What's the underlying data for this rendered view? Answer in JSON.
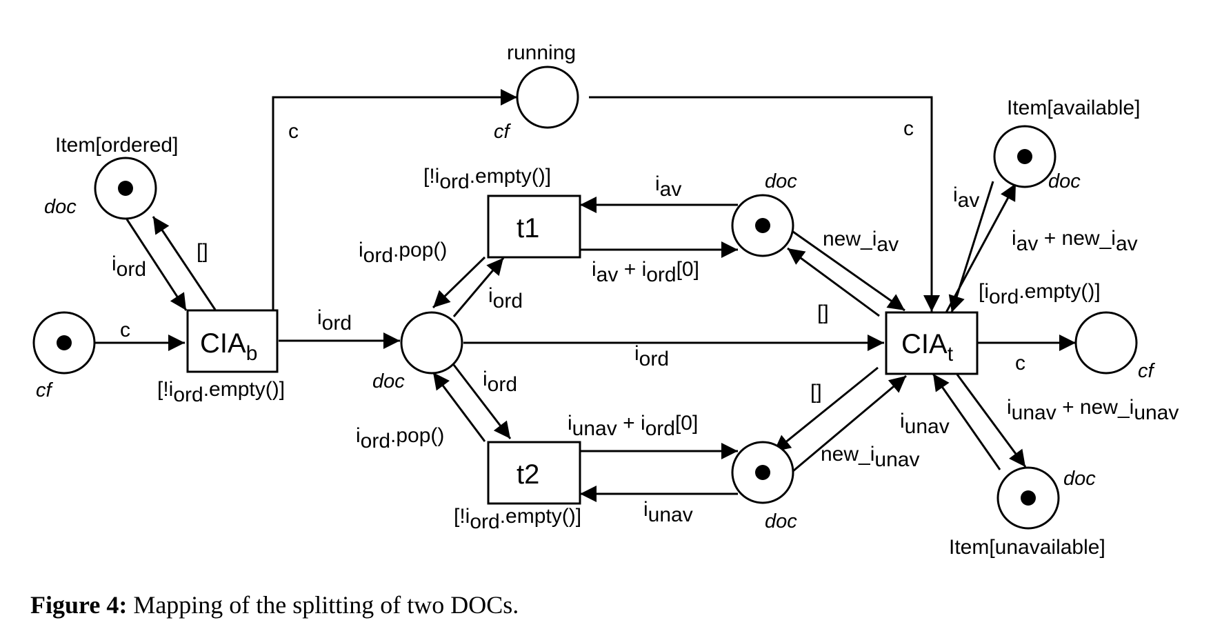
{
  "places": {
    "item_ordered": {
      "name": "Item[ordered]",
      "type": "doc"
    },
    "cf_start": {
      "type": "cf"
    },
    "running": {
      "name": "running",
      "type": "cf"
    },
    "doc_center": {
      "type": "doc"
    },
    "doc_av": {
      "type": "doc"
    },
    "doc_unav": {
      "type": "doc"
    },
    "item_available": {
      "name": "Item[available]",
      "type": "doc"
    },
    "cf_end": {
      "type": "cf"
    },
    "item_unavailable": {
      "name": "Item[unavailable]",
      "type": "doc"
    }
  },
  "transitions": {
    "ciab": {
      "main": "CIA",
      "sub": "b",
      "guard": {
        "pre": "[!i",
        "sub": "ord",
        "post": ".empty()]"
      }
    },
    "t1": {
      "name": "t1",
      "guard": {
        "pre": "[!i",
        "sub": "ord",
        "post": ".empty()]"
      }
    },
    "t2": {
      "name": "t2",
      "guard": {
        "pre": "[!i",
        "sub": "ord",
        "post": ".empty()]"
      }
    },
    "ciat": {
      "main": "CIA",
      "sub": "t",
      "guard": {
        "pre": "[i",
        "sub": "ord",
        "post": ".empty()]"
      }
    }
  },
  "arcs": {
    "c": "c",
    "empty_list": "[]",
    "i": "i",
    "ord": "ord",
    "av": "av",
    "unav": "unav",
    "pop": ".pop()",
    "plus": " + ",
    "index0": "[0]",
    "new_i": "new_i",
    "plus_new_i": " + new_i"
  },
  "caption": {
    "label": "Figure 4:",
    "text": " Mapping of the splitting of two DOCs."
  }
}
